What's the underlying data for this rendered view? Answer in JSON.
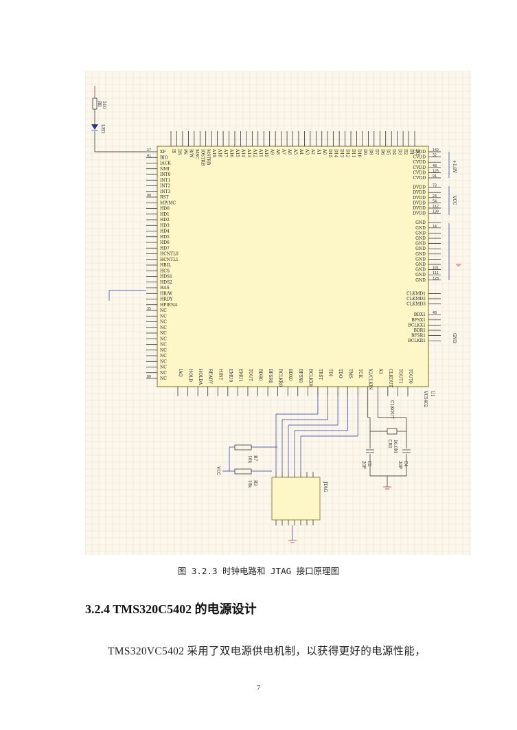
{
  "figure": {
    "caption": "图 3.2.3 时钟电路和 JTAG 接口原理图",
    "chip": {
      "designator": "U1",
      "part": "VC5402",
      "left_pins": [
        {
          "num": "27",
          "name": "XF"
        },
        {
          "num": "91",
          "name": "BIO"
        },
        {
          "num": "",
          "name": "IACK"
        },
        {
          "num": "",
          "name": "NMI"
        },
        {
          "num": "",
          "name": "INT0"
        },
        {
          "num": "",
          "name": "INT1"
        },
        {
          "num": "",
          "name": "INT2"
        },
        {
          "num": "",
          "name": "INT3"
        },
        {
          "num": "98",
          "name": "RST"
        },
        {
          "num": "",
          "name": "MP/MC"
        },
        {
          "num": "",
          "name": "HD0"
        },
        {
          "num": "",
          "name": "HD1"
        },
        {
          "num": "",
          "name": "HD2"
        },
        {
          "num": "",
          "name": "HD3"
        },
        {
          "num": "",
          "name": "HD4"
        },
        {
          "num": "",
          "name": "HD5"
        },
        {
          "num": "",
          "name": "HD6"
        },
        {
          "num": "",
          "name": "HD7"
        },
        {
          "num": "",
          "name": "HCNTL0"
        },
        {
          "num": "",
          "name": "HCNTL1"
        },
        {
          "num": "",
          "name": "HBIL"
        },
        {
          "num": "",
          "name": "HCS"
        },
        {
          "num": "",
          "name": "HDS1"
        },
        {
          "num": "",
          "name": "HDS2"
        },
        {
          "num": "",
          "name": "HAS"
        },
        {
          "num": "",
          "name": "HR/W"
        },
        {
          "num": "",
          "name": "HRDY"
        },
        {
          "num": "",
          "name": "HPIENA"
        },
        {
          "num": "35",
          "name": "NC"
        },
        {
          "num": "",
          "name": "NC"
        },
        {
          "num": "",
          "name": "NC"
        },
        {
          "num": "",
          "name": "NC"
        },
        {
          "num": "",
          "name": "NC"
        },
        {
          "num": "",
          "name": "NC"
        },
        {
          "num": "",
          "name": "NC"
        },
        {
          "num": "",
          "name": "NC"
        },
        {
          "num": "",
          "name": "NC"
        },
        {
          "num": "",
          "name": "NC"
        },
        {
          "num": "",
          "name": "NC"
        },
        {
          "num": "",
          "name": "NC"
        },
        {
          "num": "80",
          "name": "NC"
        }
      ],
      "right_pins": [
        {
          "num": "142",
          "name": "CVDD"
        },
        {
          "num": "32",
          "name": "CVDD"
        },
        {
          "num": "",
          "name": "CVDD"
        },
        {
          "num": "48",
          "name": "CVDD"
        },
        {
          "num": "125",
          "name": "CVDD"
        },
        {
          "num": "91",
          "name": "CVDD"
        },
        {
          "num": "73",
          "name": "DVDD"
        },
        {
          "num": "",
          "name": "DVDD"
        },
        {
          "num": "23",
          "name": "DVDD"
        },
        {
          "num": "54",
          "name": "DVDD"
        },
        {
          "num": "112",
          "name": "DVDD"
        },
        {
          "num": "130",
          "name": "DVDD"
        },
        {
          "num": "",
          "name": "GND"
        },
        {
          "num": "14",
          "name": "GND"
        },
        {
          "num": "",
          "name": "GND"
        },
        {
          "num": "",
          "name": "GND"
        },
        {
          "num": "",
          "name": "GND"
        },
        {
          "num": "",
          "name": "GND"
        },
        {
          "num": "",
          "name": "GND"
        },
        {
          "num": "",
          "name": "GND"
        },
        {
          "num": "",
          "name": "GND"
        },
        {
          "num": "101",
          "name": "GND"
        },
        {
          "num": "111",
          "name": "GND"
        },
        {
          "num": "128",
          "name": "GND"
        },
        {
          "num": "",
          "name": "CLKMD1"
        },
        {
          "num": "",
          "name": "CLKMD2"
        },
        {
          "num": "",
          "name": "CLKMD3"
        },
        {
          "num": "40",
          "name": "BDX1"
        },
        {
          "num": "",
          "name": "BFSX1"
        },
        {
          "num": "",
          "name": "BCLKX1"
        },
        {
          "num": "",
          "name": "BDR1"
        },
        {
          "num": "",
          "name": "BFSR1"
        },
        {
          "num": "",
          "name": "BCLKR1"
        }
      ],
      "top_pins": [
        "IS",
        "DS",
        "PS",
        "R/W",
        "MSC",
        "IOSTRB",
        "MSTRB",
        "A19",
        "A18",
        "A17",
        "A16",
        "A15",
        "A14",
        "A13",
        "A12",
        "A11",
        "A10",
        "A9",
        "A8",
        "A7",
        "A6",
        "A5",
        "A4",
        "A3",
        "A2",
        "A1",
        "A0",
        "D15",
        "D14",
        "D13",
        "D12",
        "D11",
        "D10",
        "D9",
        "D8",
        "D7",
        "D6",
        "D5",
        "D4",
        "D3",
        "D2",
        "D1",
        "D0"
      ],
      "bottom_pins": [
        "IAQ",
        "HOLD",
        "HOLDA",
        "READY",
        "HINT",
        "EMU0",
        "EMU1",
        "TOUT",
        "BDR0",
        "BFSR0",
        "BCLKR0",
        "BDX0",
        "BFSX0",
        "BCLKX0",
        "TRST",
        "TDI",
        "TDO",
        "TMS",
        "TCK",
        "X2/CLKIN",
        "X1",
        "CLKOUT",
        "TOUT1",
        "TOUT0"
      ]
    },
    "components": {
      "r_top": {
        "designator": "R8",
        "value": "510"
      },
      "led": {
        "designator": "LED"
      },
      "r7": {
        "designator": "R7",
        "value": "10k"
      },
      "r3": {
        "designator": "R3",
        "value": "10k"
      },
      "crystal": {
        "designator": "CR1",
        "value": "16.0M"
      },
      "c5": {
        "designator": "C5",
        "value": "20P"
      },
      "c4": {
        "designator": "C4",
        "value": "20P"
      },
      "jtag": {
        "designator": "JTAG"
      }
    },
    "net_labels": {
      "vcc_right_top": "+1.8V",
      "vcc_right_mid": "VCC",
      "gnd": "GND",
      "vcc": "VCC",
      "clkout": "CLKOUT"
    }
  },
  "section": {
    "heading": "3.2.4 TMS320C5402 的电源设计",
    "paragraph": "TMS320VC5402 采用了双电源供电机制，以获得更好的电源性能，"
  },
  "footer": {
    "page_number": "7"
  }
}
